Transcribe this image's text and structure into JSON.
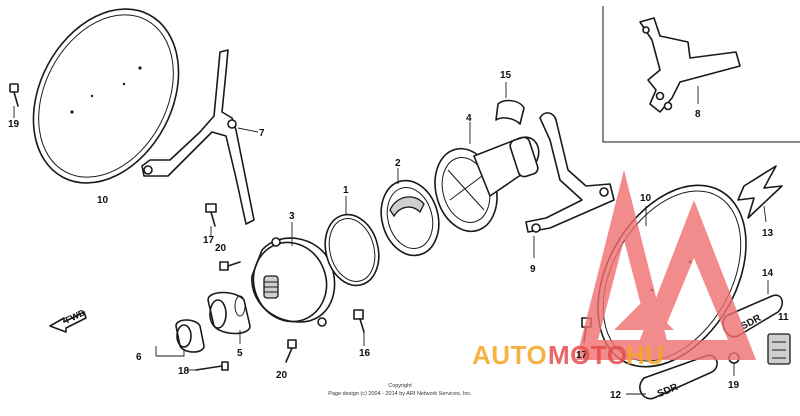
{
  "diagram": {
    "callouts": [
      {
        "id": "c1",
        "text": "1"
      },
      {
        "id": "c2",
        "text": "2"
      },
      {
        "id": "c3",
        "text": "3"
      },
      {
        "id": "c4",
        "text": "4"
      },
      {
        "id": "c5",
        "text": "5"
      },
      {
        "id": "c6",
        "text": "6"
      },
      {
        "id": "c7",
        "text": "7"
      },
      {
        "id": "c8",
        "text": "8"
      },
      {
        "id": "c9",
        "text": "9"
      },
      {
        "id": "c10a",
        "text": "10"
      },
      {
        "id": "c10b",
        "text": "10"
      },
      {
        "id": "c11",
        "text": "11"
      },
      {
        "id": "c12",
        "text": "12"
      },
      {
        "id": "c13",
        "text": "13"
      },
      {
        "id": "c14",
        "text": "14"
      },
      {
        "id": "c15",
        "text": "15"
      },
      {
        "id": "c16",
        "text": "16"
      },
      {
        "id": "c17a",
        "text": "17"
      },
      {
        "id": "c17b",
        "text": "17"
      },
      {
        "id": "c18",
        "text": "18"
      },
      {
        "id": "c19a",
        "text": "19"
      },
      {
        "id": "c19b",
        "text": "19"
      },
      {
        "id": "c20a",
        "text": "20"
      },
      {
        "id": "c20b",
        "text": "20"
      }
    ],
    "fwd_label": "FWD",
    "copyright_line1": "Copyright",
    "copyright_line2": "Page design (c) 2004 - 2014 by ARI Network Services, Inc.",
    "emblem_text_top": "SDR",
    "emblem_text_bottom": "SDR"
  },
  "watermark": {
    "text_part1": "AUTO",
    "text_part2": "MOTO",
    "text_part3": "HU",
    "color_triangle": "#f07070",
    "color_orange": "#f5a623",
    "color_red": "#e84c4c"
  }
}
